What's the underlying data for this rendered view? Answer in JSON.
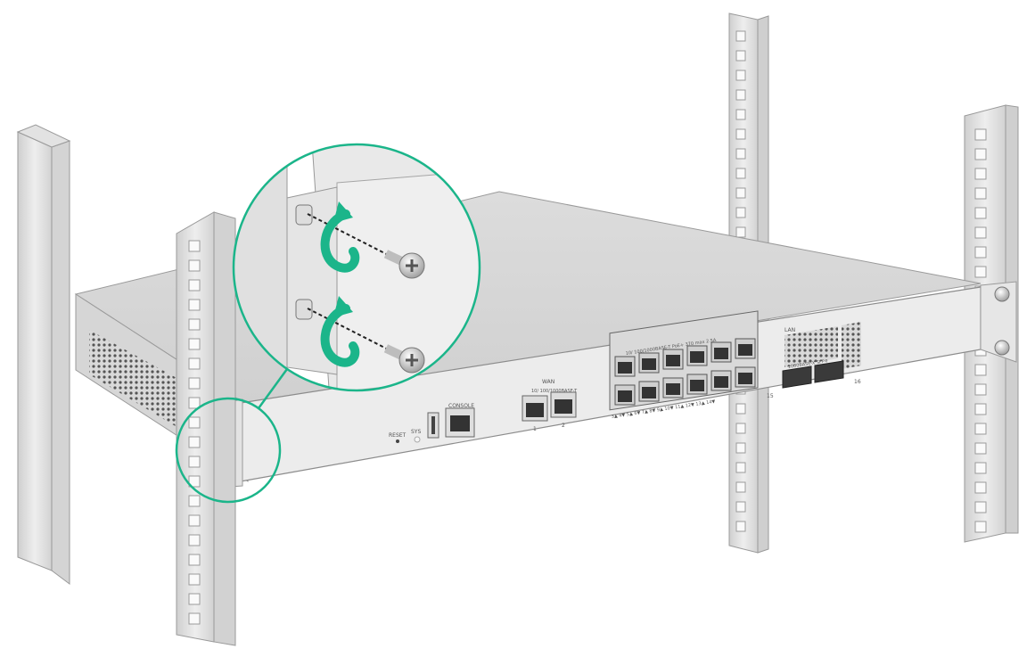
{
  "labels": {
    "reset": "RESET",
    "sys": "SYS",
    "console": "CONSOLE",
    "wan": "WAN",
    "wan_ports": "10/ 100/1000BASE-T",
    "wan_num_1": "1",
    "wan_num_2": "2",
    "lan": "LAN",
    "poe_ports": "10/ 100/1000BASE-T PoE+ 370 max 2.5A",
    "sfp_ports": "1000BASE-X SFP+",
    "sfp_num_15": "15",
    "sfp_num_16": "16",
    "port_row": "3▲ 4▼ 5▲ 6▼ 7▲ 8▼ 9▲ 10▼ 11▲ 12▼ 13▲ 14▼"
  },
  "colors": {
    "accent_green": "#1bb58a",
    "panel_grey": "#e9e9e9",
    "outline": "#9a9a9a"
  },
  "icons": {
    "rotate_arrow": "rotate-clockwise-icon",
    "screw": "phillips-screw-icon"
  }
}
